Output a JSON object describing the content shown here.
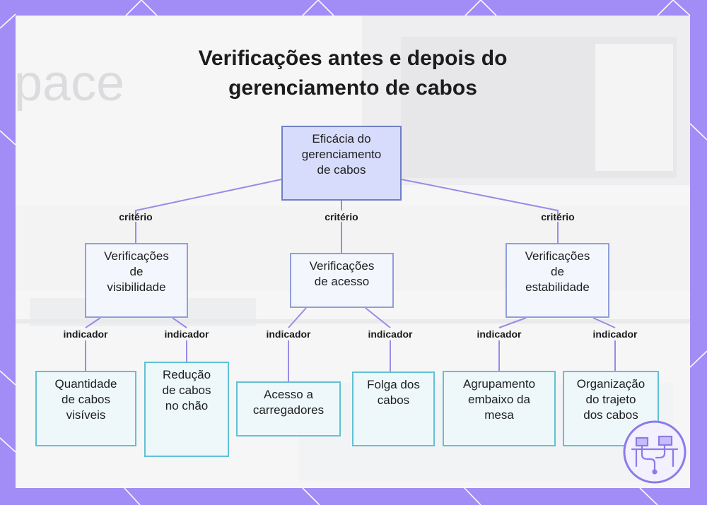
{
  "title": "Verificações antes e depois do\ngerenciamento de cabos",
  "background_text": "pace",
  "root": {
    "label": "Eficácia do\ngerenciamento\nde cabos"
  },
  "edge_labels": {
    "criterio": "critério",
    "indicador": "indicador"
  },
  "categories": [
    {
      "label": "Verificações\nde\nvisibilidade",
      "leaves": [
        "Quantidade\nde cabos\nvisíveis",
        "Redução\nde cabos\nno chão"
      ]
    },
    {
      "label": "Verificações\nde acesso",
      "leaves": [
        "Acesso a\ncarregadores",
        "Folga dos\ncabos"
      ]
    },
    {
      "label": "Verificações\nde\nestabilidade",
      "leaves": [
        "Agrupamento\nembaixo da\nmesa",
        "Organização\ndo trajeto\ndos cabos"
      ]
    }
  ],
  "colors": {
    "frame": "#a28df6",
    "connector": "#9b8ae6",
    "root_fill": "#d8dcfc",
    "leaf_border": "#5fc2d4"
  },
  "icons": {
    "logo": "desk-cable-icon"
  }
}
